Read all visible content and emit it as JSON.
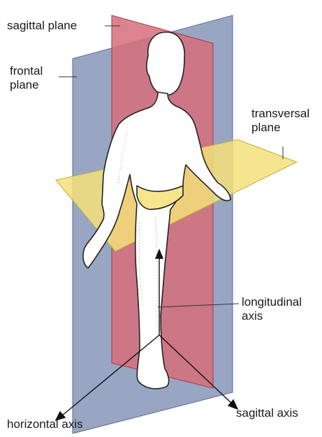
{
  "labels": {
    "sagittal_plane": "sagittal plane",
    "frontal_plane": "frontal\nplane",
    "transversal_plane": "transversal\nplane",
    "longitudinal_axis": "longitudinal\naxis",
    "sagittal_axis": "sagittal axis",
    "horizontal_axis": "horizontal axis"
  },
  "colors": {
    "frontal_plane": "#8d9cbc",
    "sagittal_plane": "#d66d7a",
    "transversal_plane": "#f3e07a",
    "body": "#ffffff",
    "outline": "#222222"
  }
}
